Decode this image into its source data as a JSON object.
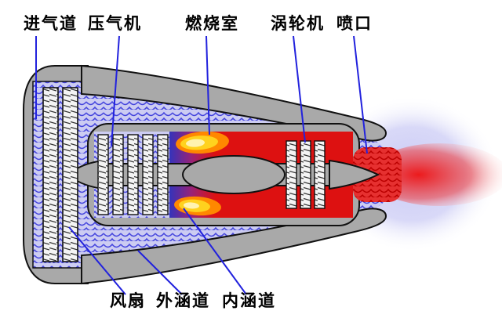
{
  "labels": {
    "intake": "进气道",
    "compressor": "压气机",
    "combustor": "燃烧室",
    "turbine": "涡轮机",
    "nozzle": "喷口",
    "fan": "风扇",
    "bypass_duct": "外涵道",
    "core_duct": "内涵道"
  },
  "colors": {
    "leader_line": "#2222dd",
    "airflow_blue_bg": "#ccccf2",
    "airflow_blue_line": "#4444dd",
    "hot_red": "#dd1111",
    "flame_orange": "#ff8800",
    "flame_yellow": "#ffd21e",
    "casing_gray": "#a9a9a9",
    "outline_black": "#111111"
  }
}
